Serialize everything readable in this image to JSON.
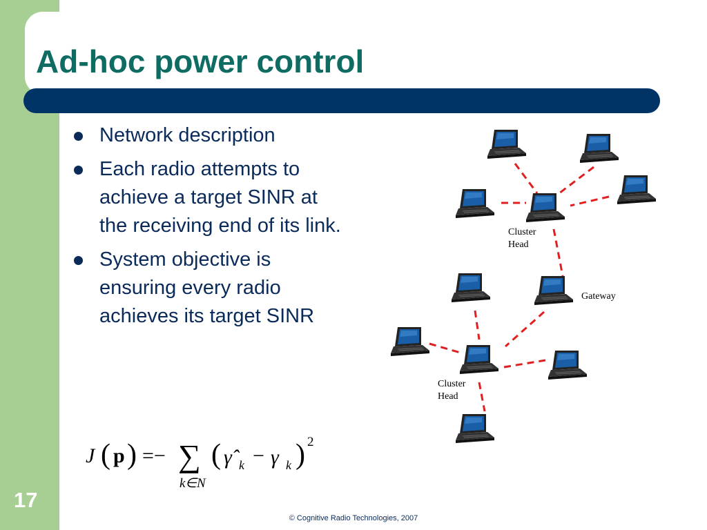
{
  "slide": {
    "title": "Ad-hoc power control",
    "number": "17",
    "footer": "© Cognitive Radio Technologies, 2007"
  },
  "bullets": [
    {
      "text": "Network description"
    },
    {
      "text": "Each radio attempts to achieve a target SINR at the receiving end of its link."
    },
    {
      "text": "System objective is ensuring every radio achieves its target SINR"
    }
  ],
  "formula": {
    "lhs_func": "J",
    "lhs_arg": "p",
    "equals": "=−",
    "sum_symbol": "∑",
    "sum_sub": "k∈N",
    "hat_gamma": "γ̂",
    "gamma": "γ",
    "sub_k": "k",
    "minus": "−",
    "power": "2"
  },
  "diagram": {
    "labels": {
      "cluster_head_1_line1": "Cluster",
      "cluster_head_1_line2": "Head",
      "gateway": "Gateway",
      "cluster_head_2_line1": "Cluster",
      "cluster_head_2_line2": "Head"
    },
    "link_color": "#e02020",
    "screen_color": "#1a5ea8"
  }
}
